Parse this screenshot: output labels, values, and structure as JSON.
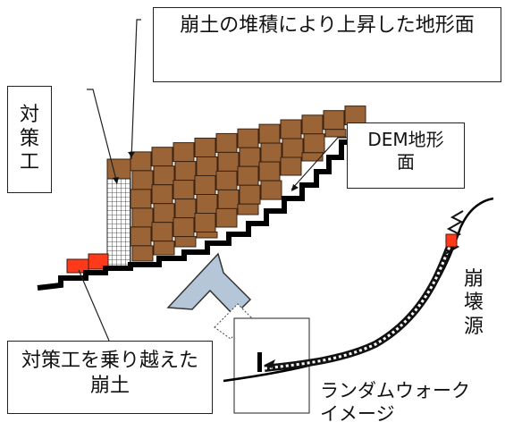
{
  "labels": {
    "raised_terrain": "崩土の堆積により上昇した地形面",
    "countermeasure": [
      "対",
      "策",
      "工"
    ],
    "dem_terrain": "DEM地形面",
    "overflow_soil": "対策工を乗り越えた崩土",
    "collapse_source": [
      "崩",
      "壊",
      "源"
    ],
    "random_walk": "ランダムウォークイメージ"
  },
  "colors": {
    "deposit_fill": "#9b6437",
    "deposit_stroke": "#3a2210",
    "overflow_fill": "#ff3a1a",
    "arrow_fill": "#b4c6d8",
    "terrain_line": "#000000"
  }
}
